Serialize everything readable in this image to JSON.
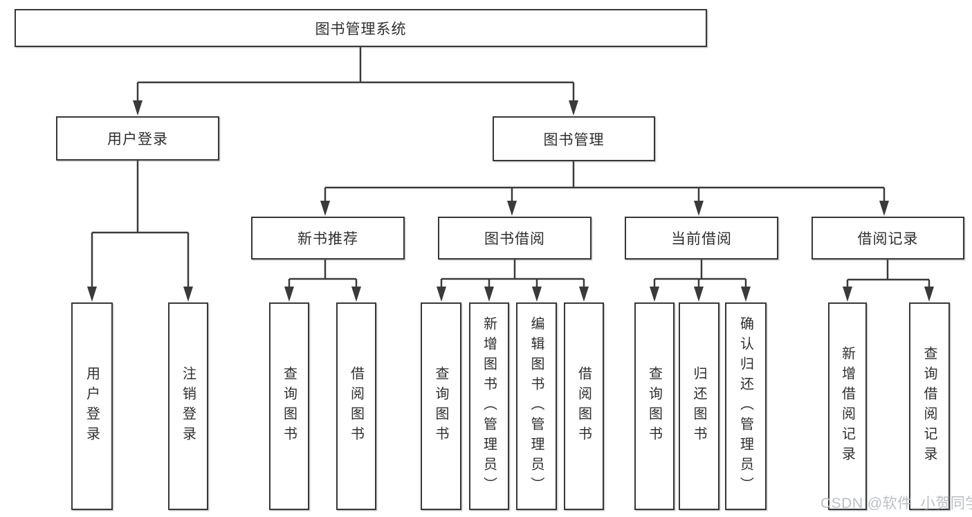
{
  "tree": {
    "label": "图书管理系统",
    "children": [
      {
        "label": "用户登录",
        "children": [
          {
            "label": "用户登录"
          },
          {
            "label": "注销登录"
          }
        ]
      },
      {
        "label": "图书管理",
        "children": [
          {
            "label": "新书推荐",
            "children": [
              {
                "label": "查询图书"
              },
              {
                "label": "借阅图书"
              }
            ]
          },
          {
            "label": "图书借阅",
            "children": [
              {
                "label": "查询图书"
              },
              {
                "label": "新增图书（管理员）"
              },
              {
                "label": "编辑图书（管理员）"
              },
              {
                "label": "借阅图书"
              }
            ]
          },
          {
            "label": "当前借阅",
            "children": [
              {
                "label": "查询图书"
              },
              {
                "label": "归还图书"
              },
              {
                "label": "确认归还（管理员）"
              }
            ]
          },
          {
            "label": "借阅记录",
            "children": [
              {
                "label": "新增借阅记录"
              },
              {
                "label": "查询借阅记录"
              }
            ]
          }
        ]
      }
    ]
  },
  "watermark": "CSDN @软件_小贺同学",
  "colors": {
    "line": "#3a3a3a",
    "border": "#373737",
    "text": "#2e2e2e",
    "watermark": "#b6bbc1"
  }
}
